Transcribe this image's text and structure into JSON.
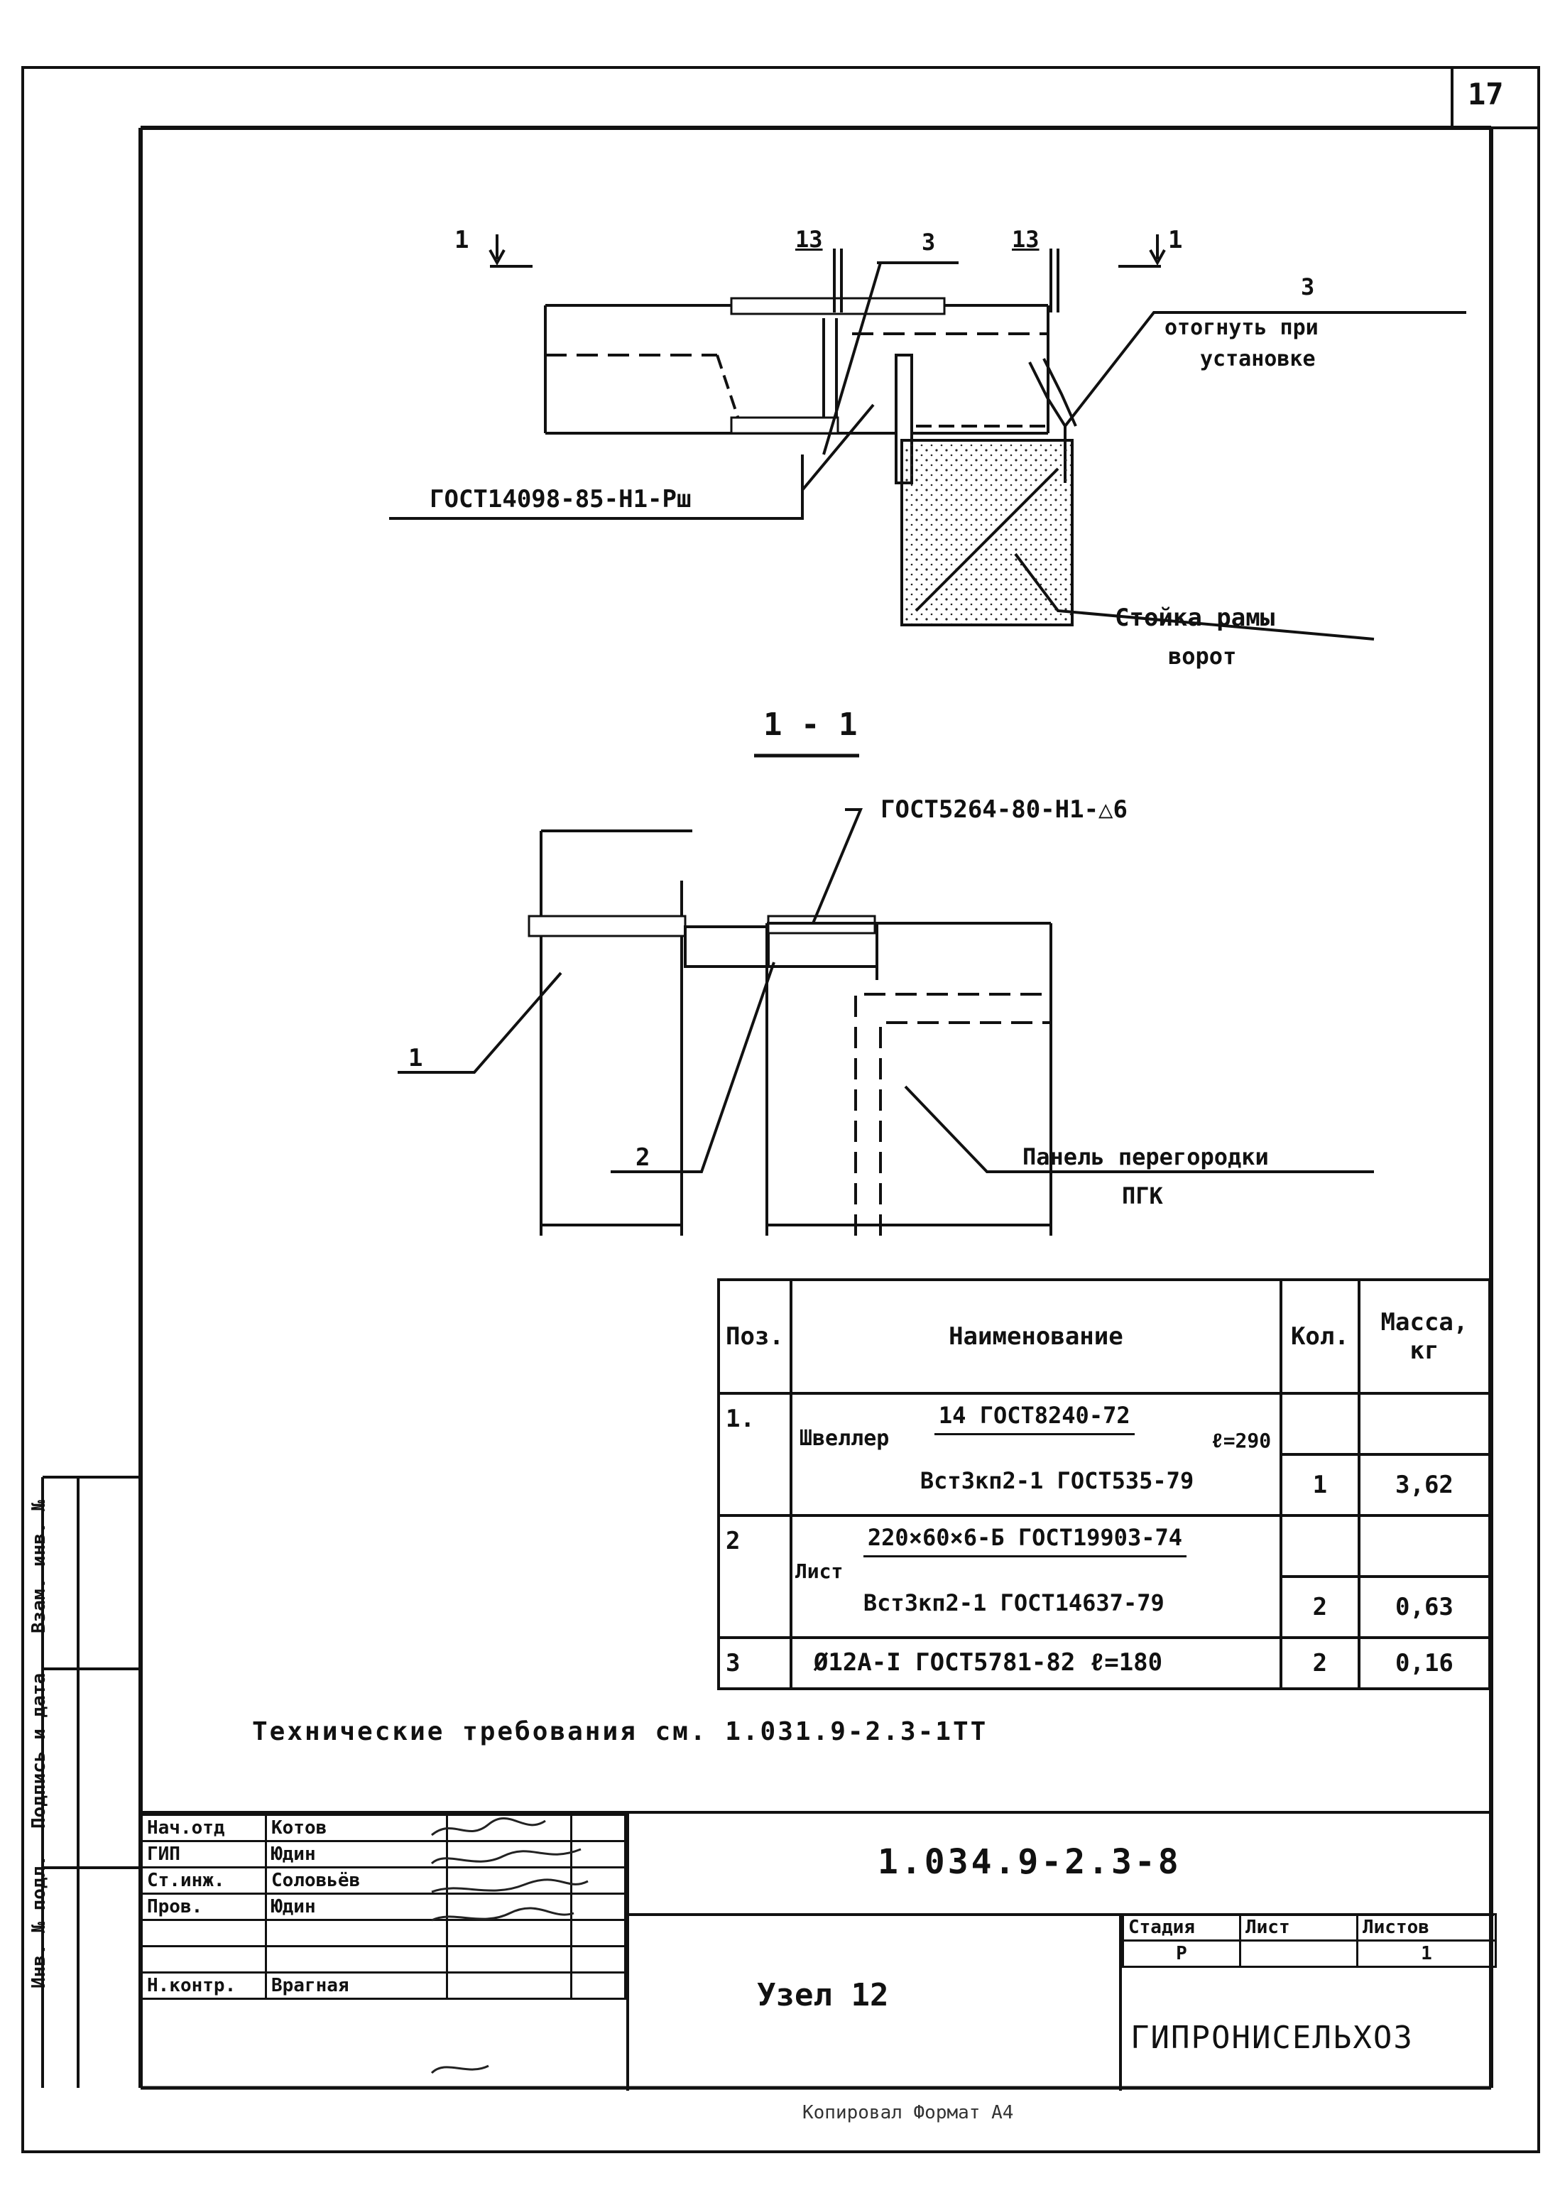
{
  "page": {
    "sheet_number": "17"
  },
  "top_view": {
    "section_mark_left": "1",
    "section_mark_right": "1",
    "mark_13_left": "13",
    "mark_13_right": "13",
    "pos_3_left": "3",
    "pos_3_right": "3",
    "note_bend": [
      "отогнуть при",
      "установке"
    ],
    "weld_spec": "ГОСТ14098-85-Н1-Рш",
    "post_label": [
      "Стойка рамы",
      "ворот"
    ]
  },
  "section_view": {
    "section_title": "1 - 1",
    "weld_spec": "ГОСТ5264-80-Н1-△6",
    "pos_1": "1",
    "pos_2": "2",
    "panel_label": [
      "Панель перегородки",
      "ПГК"
    ]
  },
  "spec_table": {
    "headers": [
      "Поз.",
      "Наименование",
      "Кол.",
      "Масса, кг"
    ],
    "rows": [
      {
        "pos": "1.",
        "name_prefix": "Швеллер",
        "name_top": "14 ГОСТ8240-72",
        "name_bottom": "Вст3кп2-1 ГОСТ535-79",
        "name_suffix": "ℓ=290",
        "qty": "1",
        "mass": "3,62"
      },
      {
        "pos": "2",
        "name_prefix": "Лист",
        "name_top": "220×60×6-Б ГОСТ19903-74",
        "name_bottom": "Вст3кп2-1 ГОСТ14637-79",
        "name_suffix": "",
        "qty": "2",
        "mass": "0,63"
      },
      {
        "pos": "3",
        "name_prefix": "",
        "name_top": "Ø12А-I ГОСТ5781-82 ℓ=180",
        "name_bottom": "",
        "name_suffix": "",
        "qty": "2",
        "mass": "0,16"
      }
    ]
  },
  "tech_requirements": "Технические требования см. 1.031.9-2.3-1ТТ",
  "side_stamp": [
    "Инв. № подл.",
    "Подпись и дата",
    "Взам. инв. №"
  ],
  "title_block": {
    "roles": [
      {
        "role": "Нач.отд",
        "name": "Котов"
      },
      {
        "role": "ГИП",
        "name": "Юдин"
      },
      {
        "role": "Ст.инж.",
        "name": "Соловьёв"
      },
      {
        "role": "Пров.",
        "name": "Юдин"
      },
      {
        "role": "",
        "name": ""
      },
      {
        "role": "",
        "name": ""
      },
      {
        "role": "Н.контр.",
        "name": "Врагная"
      }
    ],
    "designation": "1.034.9-2.3-8",
    "drawing_title": "Узел 12",
    "stage_header": "Стадия",
    "sheet_header": "Лист",
    "sheets_header": "Листов",
    "stage": "Р",
    "sheet": "",
    "sheets": "1",
    "organization": "ГИПРОНИСЕЛЬХОЗ",
    "footer_note": "Копировал     Формат А4"
  }
}
